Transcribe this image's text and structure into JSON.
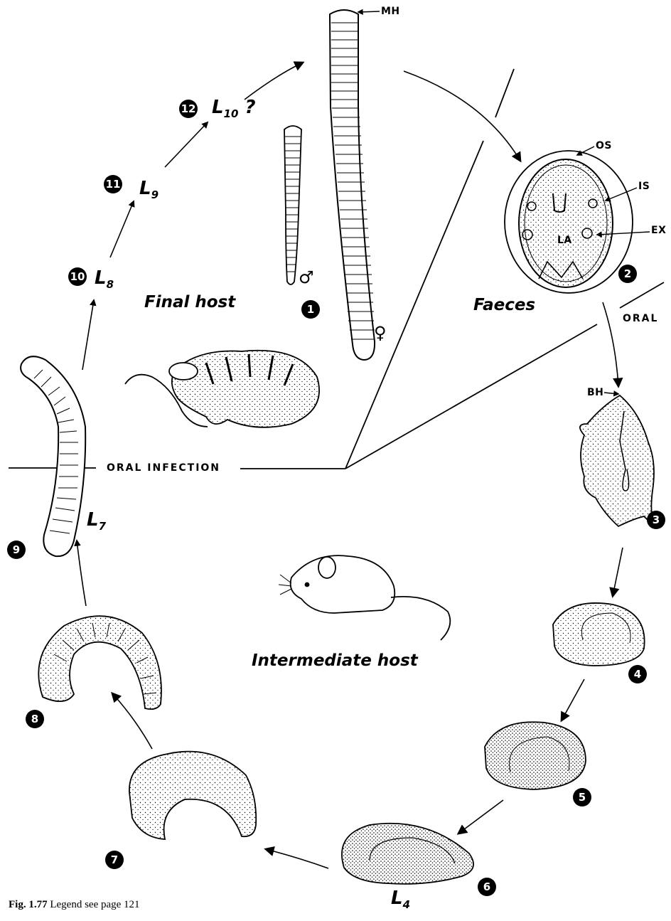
{
  "caption": {
    "fig_label": "Fig. 1.77",
    "text": "Legend see page 121"
  },
  "host_labels": {
    "final": "Final host",
    "faeces": "Faeces",
    "intermediate": "Intermediate host"
  },
  "route_labels": {
    "oral_infection": "ORAL INFECTION",
    "oral": "ORAL"
  },
  "abbreviations": {
    "mh": "MH",
    "os": "OS",
    "is": "IS",
    "ex": "EX",
    "la": "LA",
    "bh": "BH"
  },
  "sex_symbols": {
    "male": "♂",
    "female": "♀"
  },
  "stage_numbers": [
    "1",
    "2",
    "3",
    "4",
    "5",
    "6",
    "7",
    "8",
    "9",
    "10",
    "11",
    "12"
  ],
  "larval_stages": [
    {
      "letter": "L",
      "sub": "4",
      "suffix": ""
    },
    {
      "letter": "L",
      "sub": "7",
      "suffix": ""
    },
    {
      "letter": "L",
      "sub": "8",
      "suffix": ""
    },
    {
      "letter": "L",
      "sub": "9",
      "suffix": ""
    },
    {
      "letter": "L",
      "sub": "10",
      "suffix": " ?"
    }
  ],
  "icons": [
    "snake-icon",
    "mouse-icon",
    "egg-icon",
    "larva-icon",
    "worm-icon"
  ]
}
